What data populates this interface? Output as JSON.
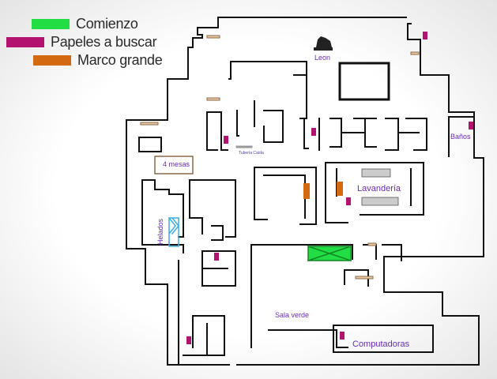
{
  "legend": {
    "items": [
      {
        "label": "Comienzo",
        "color": "#22dd44"
      },
      {
        "label": "Papeles a buscar",
        "color": "#b3126f"
      },
      {
        "label": "Marco grande",
        "color": "#d36a12"
      }
    ]
  },
  "rooms": {
    "leon": "Leon",
    "banos": "Baños",
    "lavanderia": "Lavandería",
    "four_mesas": "4 mesas",
    "tubeta": "Tubería Caída",
    "helados": "Helados",
    "sala_verde": "Sala verde",
    "computadoras": "Computadoras"
  },
  "icons": {
    "statue": "lion-statue-icon",
    "washers": "washing-machine-icon"
  }
}
